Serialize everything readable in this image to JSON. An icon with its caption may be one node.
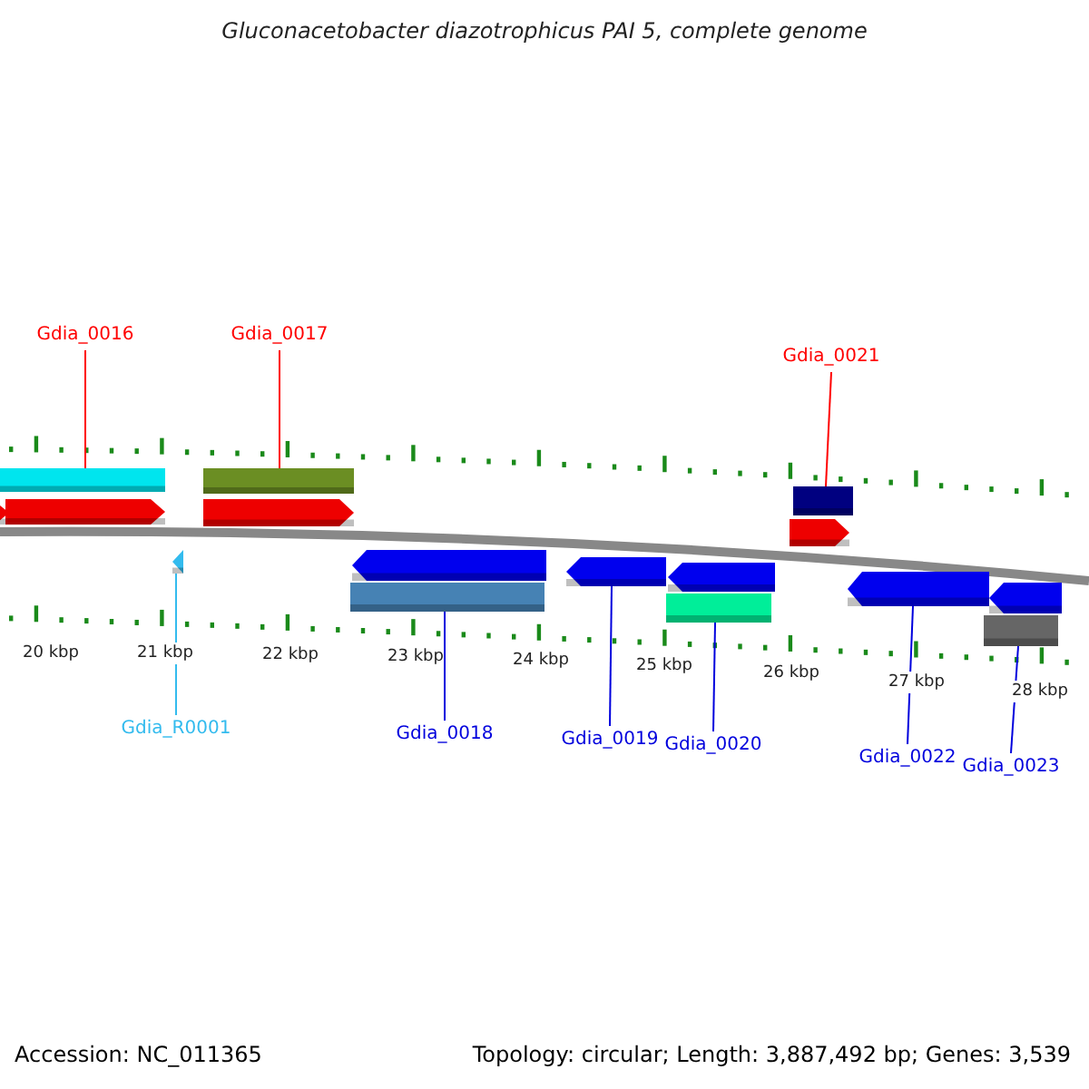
{
  "diagram": {
    "title": "Gluconacetobacter diazotrophicus PAI 5, complete genome",
    "nodes": [
      {
        "text": [
          "Gdia_0016"
        ]
      },
      {
        "text": [
          "Gdia_0017"
        ]
      },
      {
        "text": [
          "Gdia_0021"
        ]
      },
      {
        "text": [
          "Gdia_R0001"
        ]
      },
      {
        "text": [
          "Gdia_0018"
        ]
      },
      {
        "text": [
          "Gdia_0019"
        ]
      },
      {
        "text": [
          "Gdia_0020"
        ]
      },
      {
        "text": [
          "Gdia_0022"
        ]
      },
      {
        "text": [
          "Gdia_0023"
        ]
      },
      {
        "text": [],
        "shape": "arrow"
      },
      {
        "text": [],
        "shape": "bar"
      },
      {
        "text": [],
        "shape": "arrow"
      },
      {
        "text": [],
        "shape": "triangle"
      },
      {
        "text": [],
        "shape": "bar"
      },
      {
        "text": [],
        "shape": "arrow"
      },
      {
        "text": [],
        "shape": "arrow"
      },
      {
        "text": [],
        "shape": "bar"
      },
      {
        "text": [],
        "shape": "arrow"
      },
      {
        "text": [],
        "shape": "arrow"
      },
      {
        "text": [],
        "shape": "bar"
      },
      {
        "text": [],
        "shape": "bar"
      },
      {
        "text": [],
        "shape": "arrow"
      },
      {
        "text": [],
        "shape": "arrow"
      },
      {
        "text": [],
        "shape": "arrow"
      },
      {
        "text": [],
        "shape": "bar"
      }
    ],
    "edges": [
      {
        "from": 0,
        "to": 10,
        "arrow": "none",
        "color": "#ff0000"
      },
      {
        "from": 1,
        "to": 13,
        "arrow": "none",
        "color": "#ff0000"
      },
      {
        "from": 2,
        "to": 20,
        "arrow": "none",
        "color": "#ff0000"
      },
      {
        "from": 3,
        "to": 12,
        "arrow": "none",
        "color": "#33bbee"
      },
      {
        "from": 4,
        "to": 16,
        "arrow": "none"
      },
      {
        "from": 5,
        "to": 17,
        "arrow": "none"
      },
      {
        "from": 6,
        "to": 19,
        "arrow": "none"
      },
      {
        "from": 7,
        "to": 22,
        "arrow": "none"
      },
      {
        "from": 8,
        "to": 24,
        "arrow": "none"
      }
    ],
    "labels": [
      "20 kbp",
      "21 kbp",
      "22 kbp",
      "23 kbp",
      "24 kbp",
      "25 kbp",
      "26 kbp",
      "27 kbp",
      "28 kbp",
      "Accession: NC_011365",
      "Topology: circular; Length: 3,887,492 bp; Genes: 3,539"
    ]
  }
}
